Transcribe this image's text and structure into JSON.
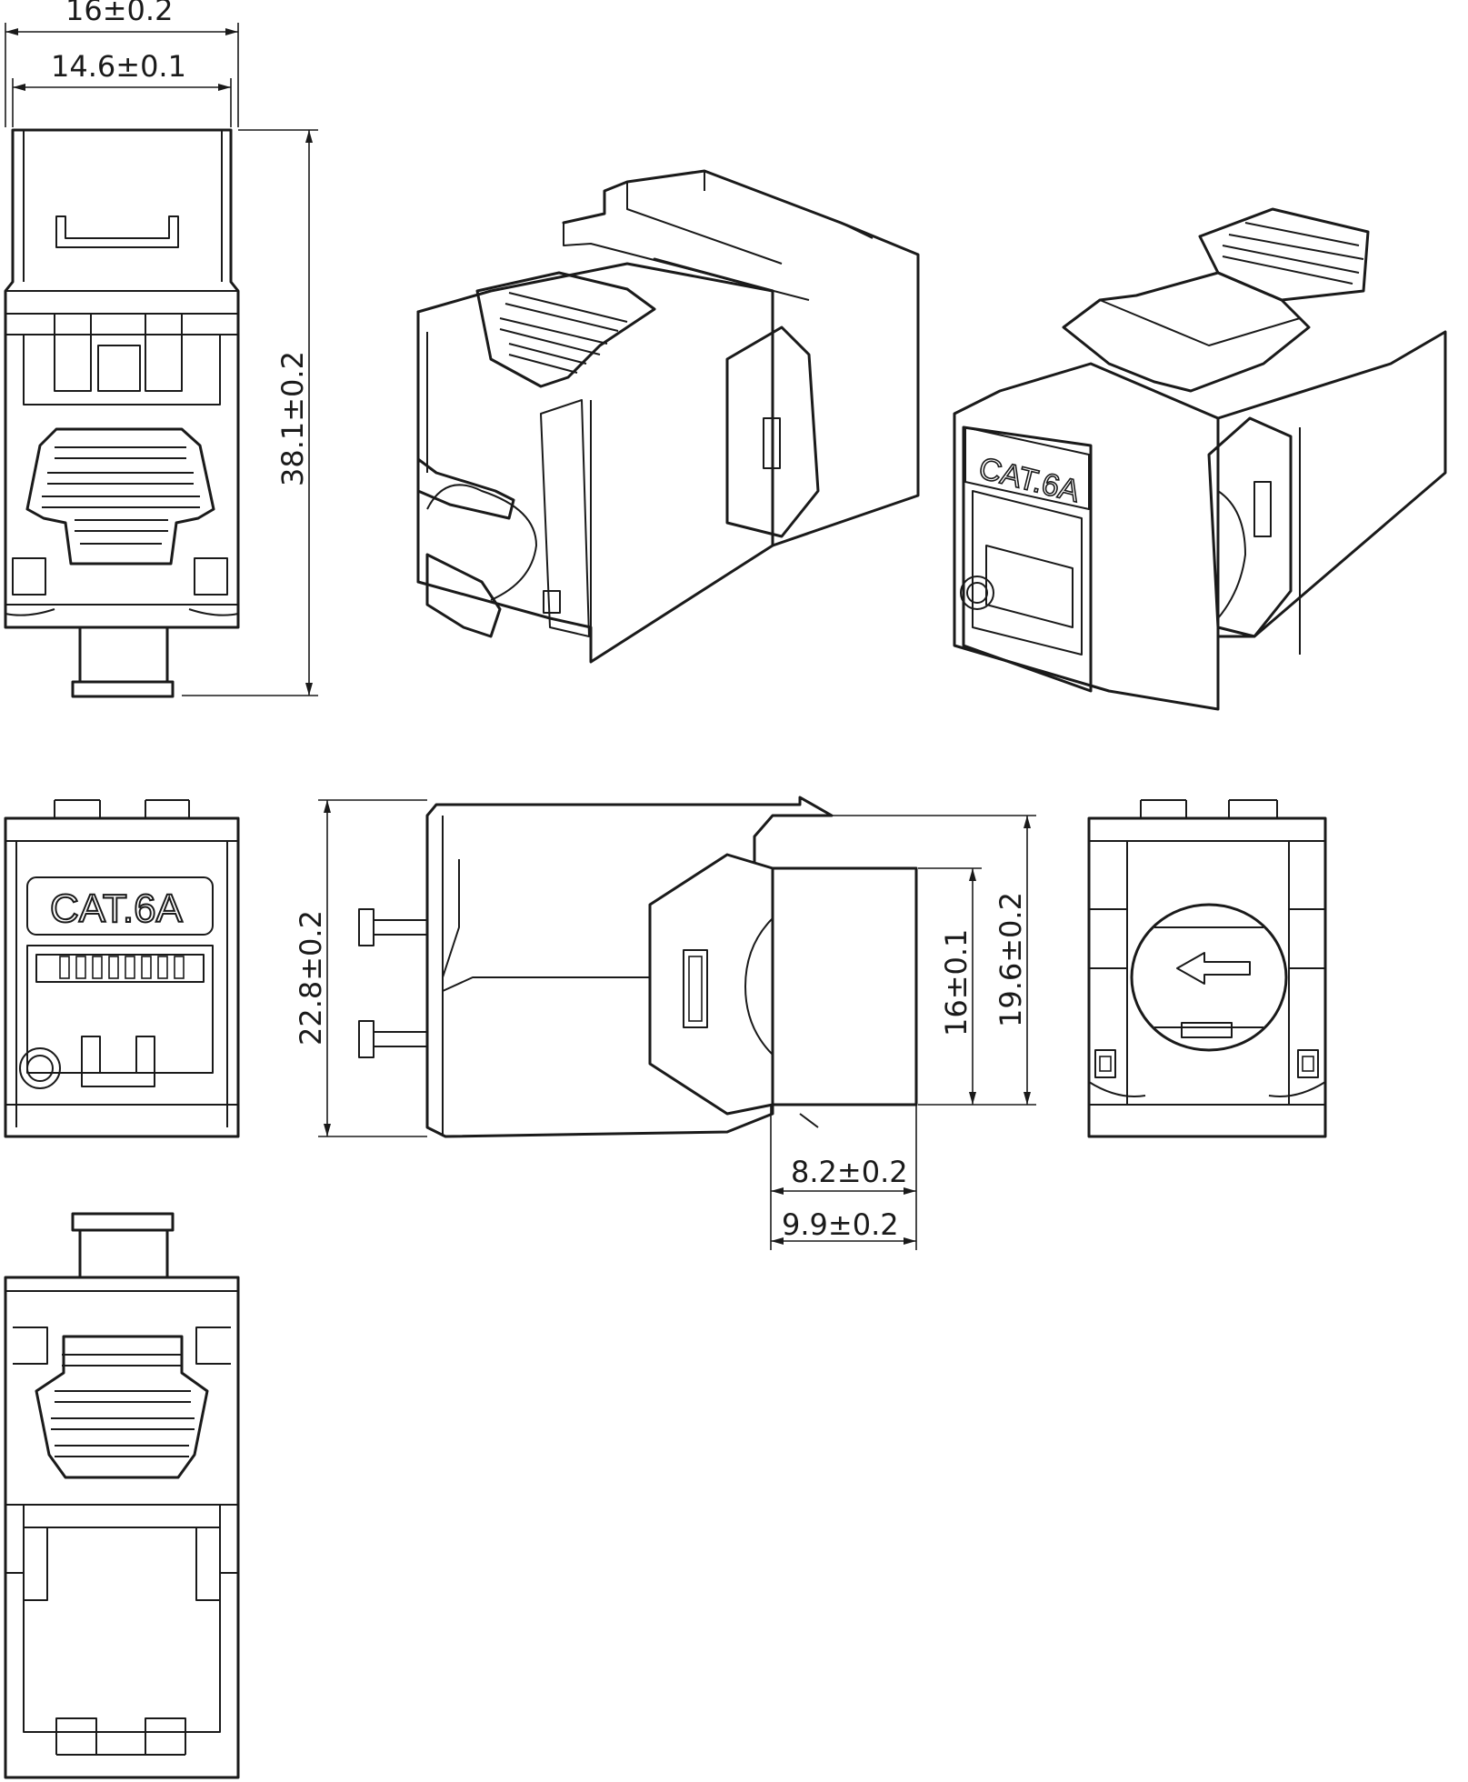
{
  "dimensions": {
    "top_overall_width": "16±0.2",
    "top_inner_width": "14.6±0.1",
    "top_height": "38.1±0.2",
    "side_height": "22.8±0.2",
    "side_inner_height": "16±0.1",
    "side_outer_height": "19.6±0.2",
    "side_depth_inner": "8.2±0.2",
    "side_depth_outer": "9.9±0.2"
  },
  "labels": {
    "front_label": "CAT.6A",
    "iso_label": "CAT.6A"
  }
}
